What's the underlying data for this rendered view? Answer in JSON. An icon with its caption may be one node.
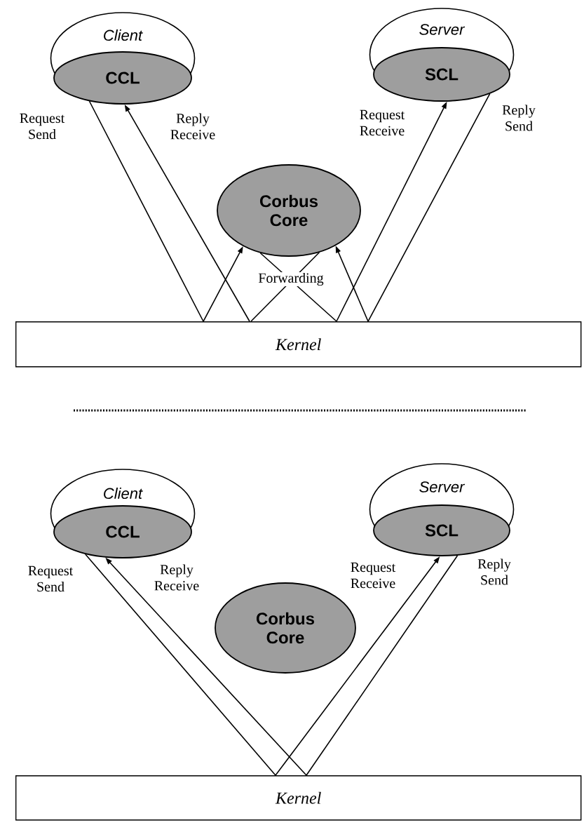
{
  "diagram": {
    "nodes": [
      {
        "text": [
          "Client"
        ]
      },
      {
        "text": [
          "CCL"
        ],
        "in": 0
      },
      {
        "text": [
          "Server"
        ]
      },
      {
        "text": [
          "SCL"
        ],
        "in": 2
      },
      {
        "text": [
          "Corbus Core"
        ]
      },
      {
        "text": [
          "Kernel"
        ]
      },
      {
        "text": [
          "Client"
        ]
      },
      {
        "text": [
          "CCL"
        ],
        "in": 6
      },
      {
        "text": [
          "Server"
        ]
      },
      {
        "text": [
          "SCL"
        ],
        "in": 8
      },
      {
        "text": [
          "Corbus Core"
        ]
      },
      {
        "text": [
          "Kernel"
        ]
      }
    ],
    "edges": [
      {
        "from": 1,
        "to": 5,
        "arrow": "none",
        "label": "Request Send"
      },
      {
        "from": 5,
        "to": 1,
        "arrow": "to",
        "label": "Reply Receive"
      },
      {
        "from": 5,
        "to": 4,
        "arrow": "to"
      },
      {
        "from": 4,
        "to": 5,
        "arrow": "none"
      },
      {
        "from": 4,
        "to": 5,
        "arrow": "none"
      },
      {
        "from": 5,
        "to": 4,
        "arrow": "to"
      },
      {
        "from": 5,
        "to": 3,
        "arrow": "to",
        "label": "Request Receive"
      },
      {
        "from": 3,
        "to": 5,
        "arrow": "none",
        "label": "Reply Send"
      },
      {
        "from": 7,
        "to": 11,
        "arrow": "none",
        "label": "Request Send"
      },
      {
        "from": 11,
        "to": 7,
        "arrow": "to",
        "label": "Reply Receive"
      },
      {
        "from": 11,
        "to": 9,
        "arrow": "to",
        "label": "Request Receive"
      },
      {
        "from": 9,
        "to": 11,
        "arrow": "none",
        "label": "Reply Send"
      }
    ],
    "labels": [
      "Forwarding"
    ]
  }
}
